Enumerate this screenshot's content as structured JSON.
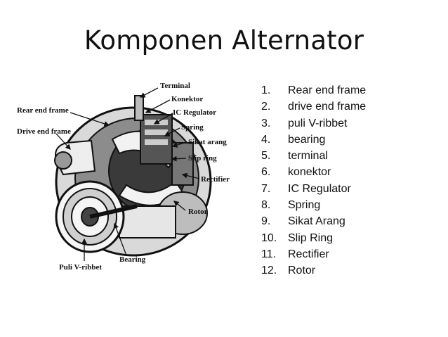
{
  "slide": {
    "title": "Komponen Alternator"
  },
  "figure": {
    "labels": {
      "terminal": "Terminal",
      "konektor": "Konektor",
      "ic_regulator": "IC Regulator",
      "spring": "Spring",
      "sikat_arang": "Sikat arang",
      "slip_ring": "Slip ring",
      "rectifier": "Rectifier",
      "rotor": "Rotor",
      "rear_end_frame": "Rear end frame",
      "drive_end_frame": "Drive end frame",
      "puli_v_ribbet": "Puli V-ribbet",
      "bearing": "Bearing"
    }
  },
  "components": [
    {
      "num": "1.",
      "name": "Rear end frame"
    },
    {
      "num": "2.",
      "name": "drive end frame"
    },
    {
      "num": "3.",
      "name": "puli V-ribbet"
    },
    {
      "num": "4.",
      "name": "bearing"
    },
    {
      "num": "5.",
      "name": "terminal"
    },
    {
      "num": "6.",
      "name": "konektor"
    },
    {
      "num": "7.",
      "name": "IC Regulator"
    },
    {
      "num": "8.",
      "name": "Spring"
    },
    {
      "num": "9.",
      "name": "Sikat Arang"
    },
    {
      "num": "10.",
      "name": "Slip Ring"
    },
    {
      "num": "11.",
      "name": "Rectifier"
    },
    {
      "num": "12.",
      "name": "Rotor"
    }
  ]
}
